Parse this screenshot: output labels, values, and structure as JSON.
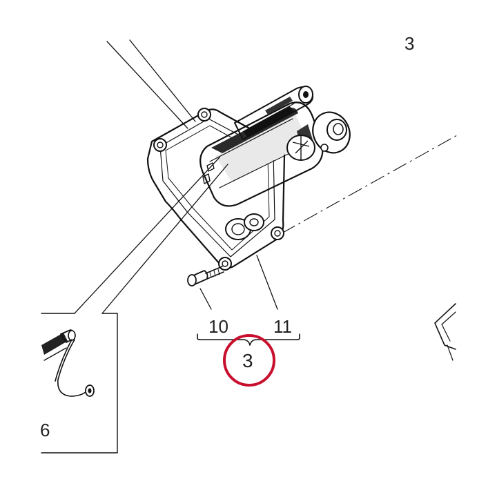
{
  "callouts": {
    "top_right": "3",
    "left_inset": "6",
    "screw": "10",
    "housing": "11",
    "group": "3"
  },
  "colors": {
    "highlight_circle": "#c8102e",
    "ink": "#111111"
  }
}
